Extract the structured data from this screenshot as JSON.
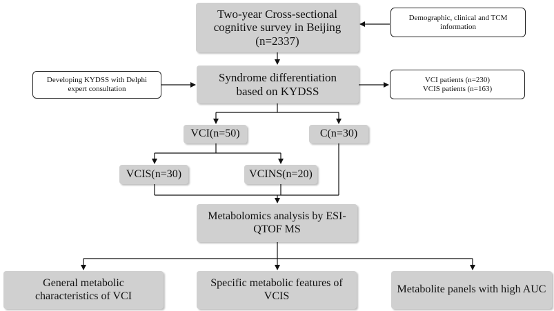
{
  "nodes": {
    "survey": "Two-year Cross-sectional cognitive survey in Beijing (n=2337)",
    "demographic": "Demographic, clinical and TCM information",
    "kydss_dev": "Developing KYDSS with Delphi expert consultation",
    "syndrome": "Syndrome differentiation based on KYDSS",
    "patients_vci": "VCI patients (n=230)",
    "patients_vcis": "VCIS patients (n=163)",
    "vci": "VCI(n=50)",
    "c": "C(n=30)",
    "vcis": "VCIS(n=30)",
    "vcins": "VCINS(n=20)",
    "metabolomics": "Metabolomics analysis by ESI-QTOF MS",
    "general": "General metabolic characteristics of VCI",
    "specific": "Specific metabolic features of VCIS",
    "panels": "Metabolite panels with high AUC"
  }
}
